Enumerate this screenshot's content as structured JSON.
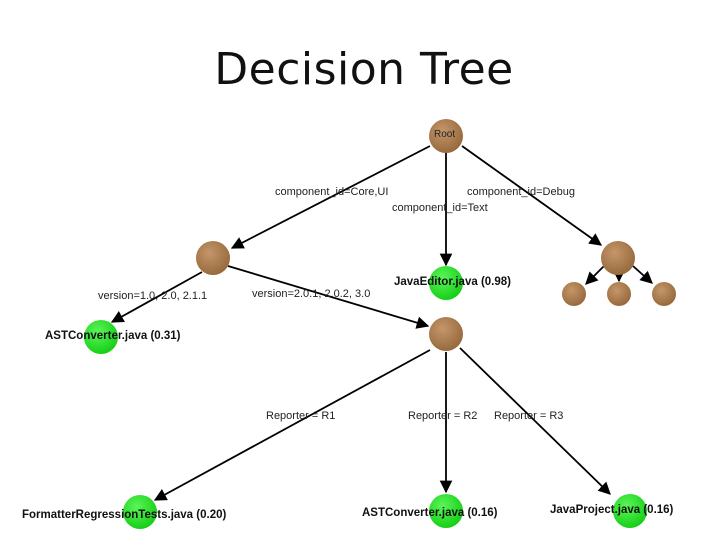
{
  "title": "Decision Tree",
  "colors": {
    "inner_node": "#A87A48",
    "leaf_node": "#22E61E",
    "edge": "#000000"
  },
  "root_label": "Root",
  "edge_labels": {
    "core_ui": "component_id=Core,UI",
    "text": "component_id=Text",
    "debug": "component_id=Debug",
    "version_left": "version=1.0, 2.0, 2.1.1",
    "version_right": "version=2.0.1, 2.0.2, 3.0",
    "reporter_r1": "Reporter = R1",
    "reporter_r2": "Reporter = R2",
    "reporter_r3": "Reporter = R3"
  },
  "leaves": {
    "java_editor": "JavaEditor.java (0.98)",
    "ast_converter_top": "ASTConverter.java (0.31)",
    "formatter_tests": "FormatterRegressionTests.java (0.20)",
    "ast_converter_bottom": "ASTConverter.java (0.16)",
    "java_project": "JavaProject.java (0.16)"
  }
}
